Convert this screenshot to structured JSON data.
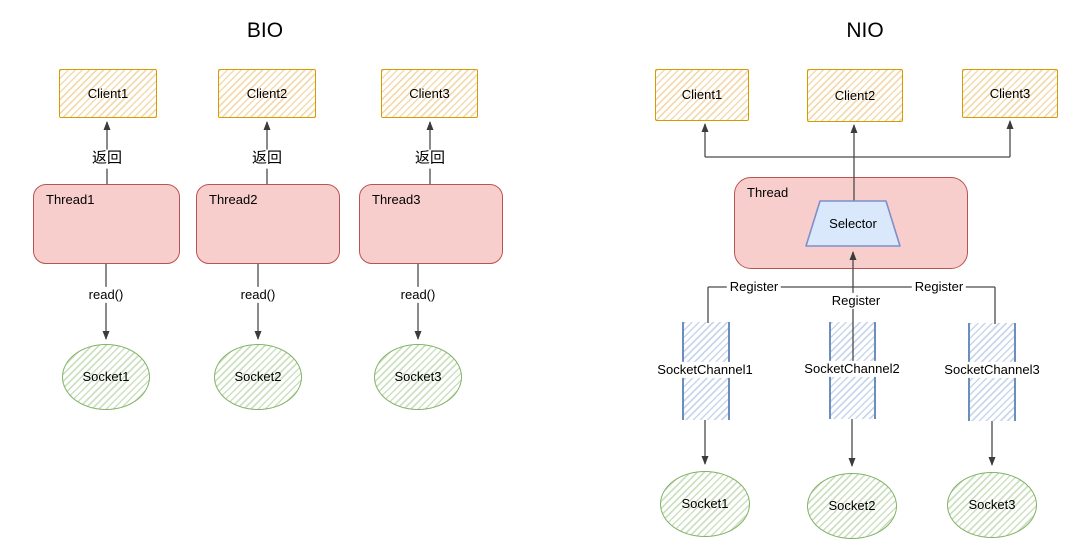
{
  "bio": {
    "title": "BIO",
    "columns": [
      {
        "client": "Client1",
        "return_label": "返回",
        "thread": "Thread1",
        "read_label": "read()",
        "socket": "Socket1"
      },
      {
        "client": "Client2",
        "return_label": "返回",
        "thread": "Thread2",
        "read_label": "read()",
        "socket": "Socket2"
      },
      {
        "client": "Client3",
        "return_label": "返回",
        "thread": "Thread3",
        "read_label": "read()",
        "socket": "Socket3"
      }
    ]
  },
  "nio": {
    "title": "NIO",
    "clients": [
      {
        "label": "Client1"
      },
      {
        "label": "Client2"
      },
      {
        "label": "Client3"
      }
    ],
    "thread_label": "Thread",
    "selector_label": "Selector",
    "registers": [
      {
        "label": "Register"
      },
      {
        "label": "Register"
      },
      {
        "label": "Register"
      }
    ],
    "channels": [
      {
        "label": "SocketChannel1"
      },
      {
        "label": "SocketChannel2"
      },
      {
        "label": "SocketChannel3"
      }
    ],
    "sockets": [
      {
        "label": "Socket1"
      },
      {
        "label": "Socket2"
      },
      {
        "label": "Socket3"
      }
    ]
  },
  "colors": {
    "client_border": "#d79b00",
    "thread_fill": "#f8cecc",
    "thread_border": "#b85450",
    "socket_border": "#82b366",
    "channel_border": "#6c8ebf",
    "selector_fill": "#dae8fc",
    "selector_border": "#7e8fc9",
    "connector": "#4a4a4a"
  }
}
